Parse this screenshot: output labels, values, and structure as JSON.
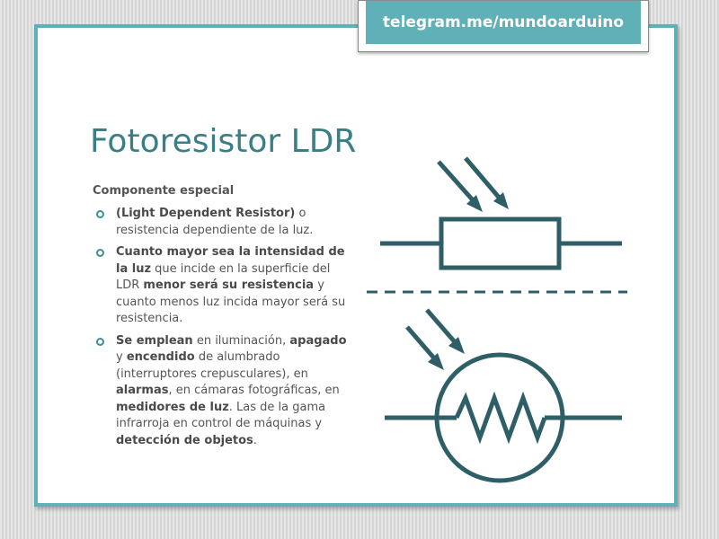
{
  "banner": {
    "text": "telegram.me/mundoarduino"
  },
  "slide": {
    "title": "Fotoresistor LDR",
    "subtitle": "Componente especial",
    "bullets": [
      {
        "segments": [
          {
            "t": "(Light Dependent Resistor)",
            "b": true
          },
          {
            "t": " o resistencia dependiente de la luz.",
            "b": false
          }
        ]
      },
      {
        "segments": [
          {
            "t": "Cuanto mayor sea la intensidad de la luz",
            "b": true
          },
          {
            "t": " que incide en la superficie del LDR ",
            "b": false
          },
          {
            "t": "menor será su resistencia",
            "b": true
          },
          {
            "t": " y cuanto menos luz incida mayor será su resistencia.",
            "b": false
          }
        ]
      },
      {
        "segments": [
          {
            "t": "Se emplean",
            "b": true
          },
          {
            "t": " en iluminación, ",
            "b": false
          },
          {
            "t": "apagado",
            "b": true
          },
          {
            "t": " y ",
            "b": false
          },
          {
            "t": "encendido",
            "b": true
          },
          {
            "t": " de alumbrado (interruptores crepusculares), en ",
            "b": false
          },
          {
            "t": "alarmas",
            "b": true
          },
          {
            "t": ", en cámaras fotográficas, en ",
            "b": false
          },
          {
            "t": "medidores de luz",
            "b": true
          },
          {
            "t": ". Las de la gama infrarroja en control de máquinas y ",
            "b": false
          },
          {
            "t": "detección de objetos",
            "b": true
          },
          {
            "t": ".",
            "b": false
          }
        ]
      }
    ]
  },
  "colors": {
    "accent": "#5fb0b7",
    "title": "#3a7e86",
    "symbol": "#2f5f66",
    "text": "#555555"
  },
  "icons": {
    "bullet": "ring-bullet-icon",
    "ldr_rectangle": "ldr-rectangle-symbol-icon",
    "ldr_circle": "ldr-circle-symbol-icon"
  }
}
